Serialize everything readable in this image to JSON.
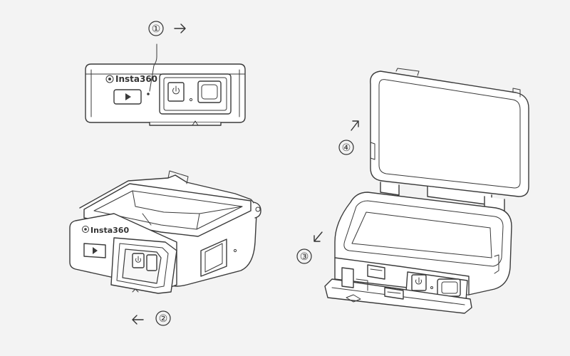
{
  "brand_label": "Insta360",
  "steps": [
    {
      "number": "①",
      "direction": "right"
    },
    {
      "number": "②",
      "direction": "left"
    },
    {
      "number": "③",
      "direction": "down-left"
    },
    {
      "number": "④",
      "direction": "up-right"
    }
  ],
  "colors": {
    "background": "#f3f3f3",
    "line": "#3a3a3a",
    "fill": "#ffffff"
  },
  "icons": [
    "play-icon",
    "power-icon",
    "record-button-icon"
  ]
}
